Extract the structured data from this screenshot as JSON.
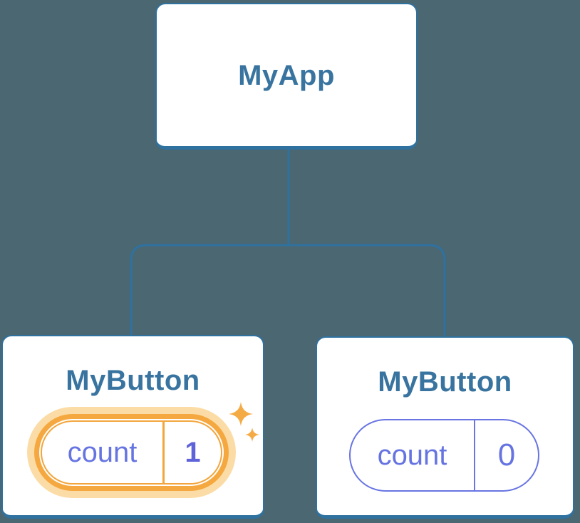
{
  "tree": {
    "root": {
      "label": "MyApp"
    },
    "children": [
      {
        "label": "MyButton",
        "highlighted": true,
        "state": {
          "key": "count",
          "value": "1"
        }
      },
      {
        "label": "MyButton",
        "highlighted": false,
        "state": {
          "key": "count",
          "value": "0"
        }
      }
    ]
  },
  "colors": {
    "background": "#4b6772",
    "node_fill": "#ffffff",
    "node_border_blue": "#2f719f",
    "title_blue": "#38749f",
    "state_purple": "#6674e2",
    "state_value_purple": "#5f63d9",
    "highlight_orange": "#f2a63d",
    "highlight_ring": "#f5a83f",
    "highlight_glow": "#fcdca6",
    "sparkle_orange": "#f5ab45"
  },
  "icons": {
    "sparkle_large": "sparkle-icon",
    "sparkle_small": "sparkle-icon"
  }
}
